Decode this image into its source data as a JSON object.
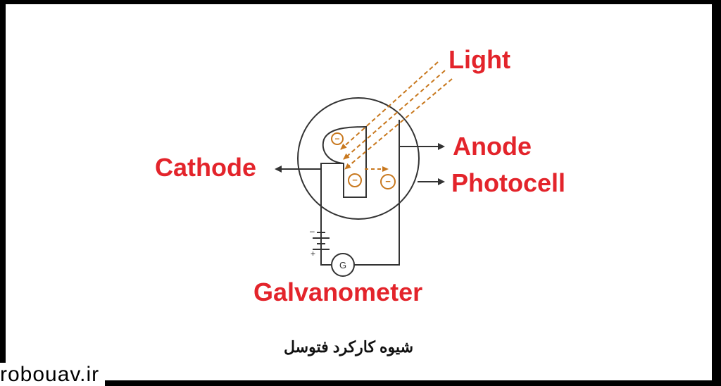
{
  "labels": {
    "light": "Light",
    "anode": "Anode",
    "photocell": "Photocell",
    "cathode": "Cathode",
    "galvanometer": "Galvanometer",
    "galvanometer_symbol": "G",
    "battery_minus": "–",
    "battery_plus": "+",
    "electron_symbol": "−"
  },
  "caption": "شیوه کارکرد فتوسل",
  "watermark": "robouav.ir",
  "colors": {
    "label_red": "#e3242b",
    "light_ray": "#c8781e",
    "electron": "#c8781e",
    "line": "#333333",
    "background": "#ffffff",
    "frame": "#000000"
  },
  "icons": [
    "arrow-right-icon",
    "arrow-left-icon",
    "electron-icon",
    "battery-icon",
    "galvanometer-icon"
  ]
}
